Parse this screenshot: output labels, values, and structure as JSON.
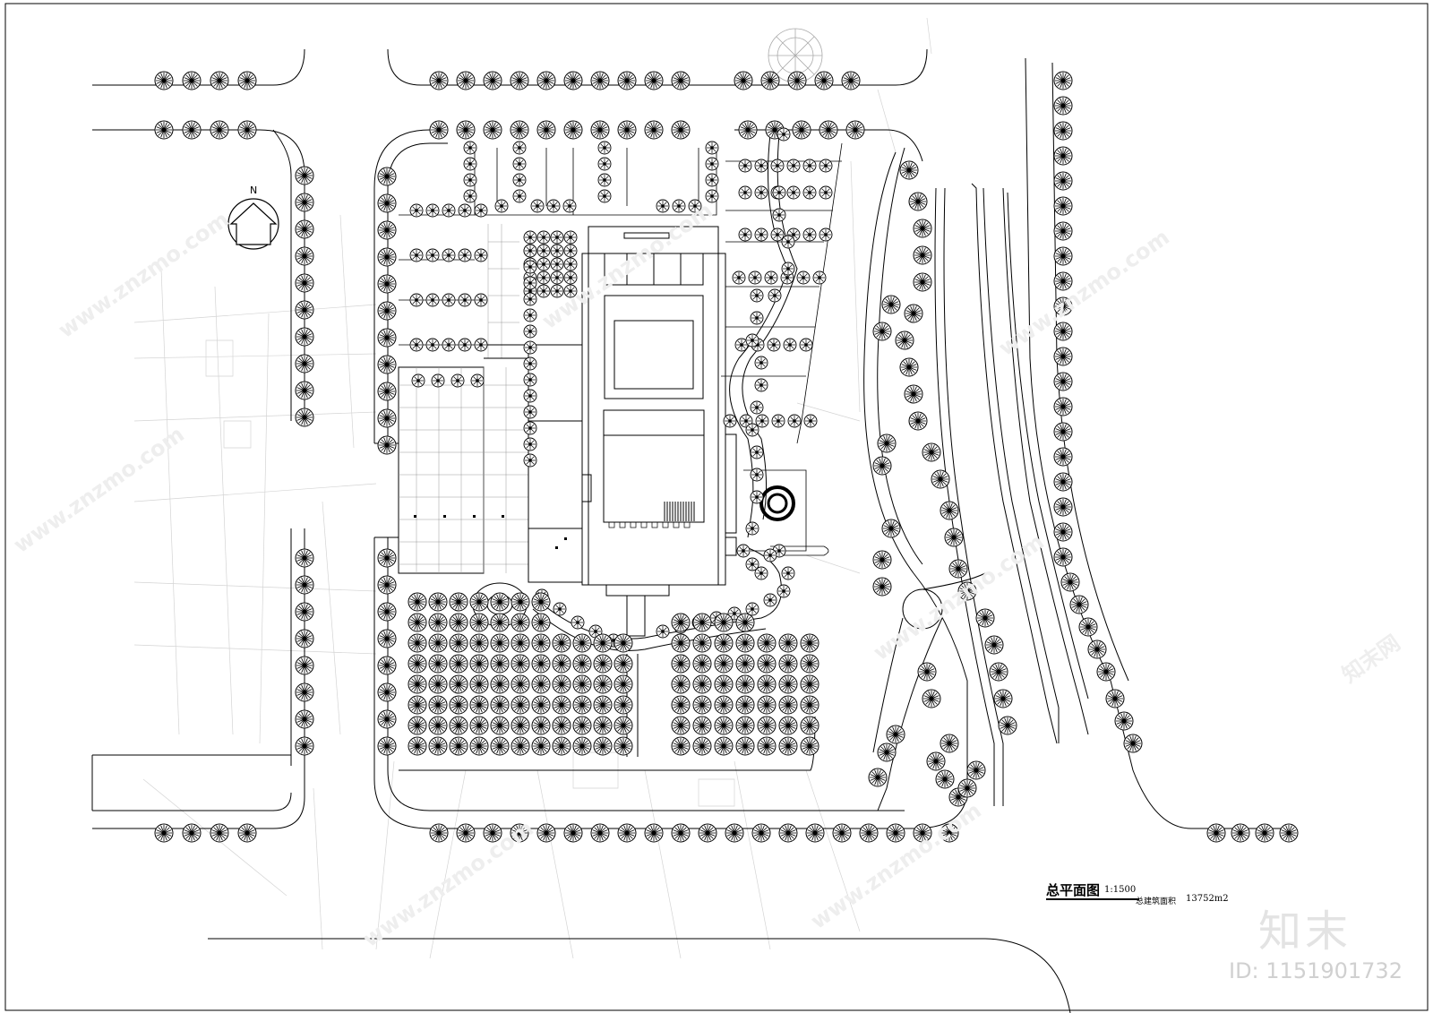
{
  "drawing": {
    "title": "总平面图",
    "scale": "1:1500",
    "area_label": "总建筑面积",
    "area_value": "13752m2",
    "north_label": "N"
  },
  "watermark": {
    "brand": "知末",
    "id_text": "ID: 1151901732",
    "site": "www.znzmo.com",
    "site_cn": "知末网"
  },
  "colors": {
    "line": "#000000",
    "base_map": "#d4d4d4",
    "watermark": "#e6e6e6"
  }
}
